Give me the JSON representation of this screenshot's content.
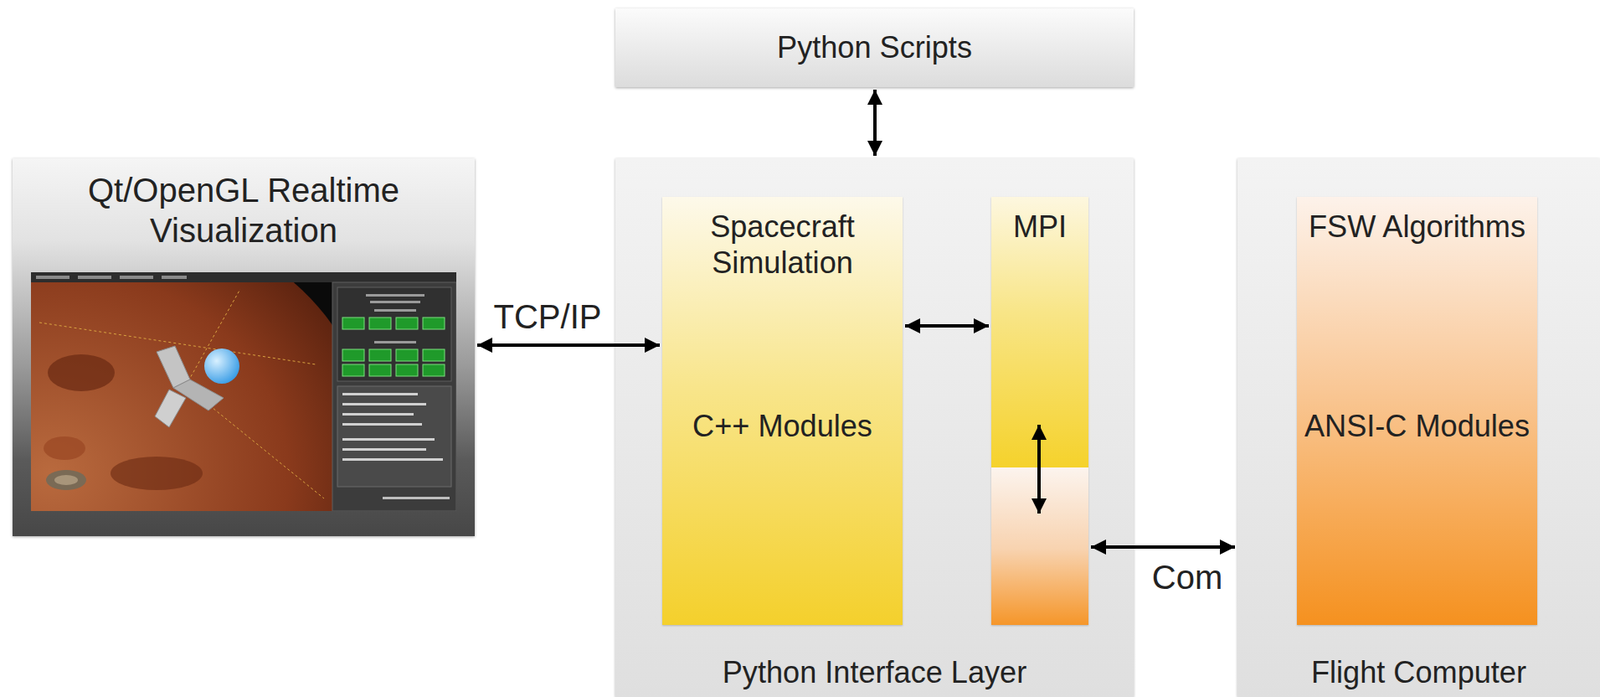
{
  "diagram": {
    "nodes": [
      {
        "text": [
          "Python Scripts"
        ]
      },
      {
        "text": [
          "Qt/OpenGL Realtime Visualization"
        ]
      },
      {
        "text": [
          "Python Interface Layer"
        ]
      },
      {
        "text": [
          "Spacecraft Simulation",
          "C++ Modules"
        ],
        "in": 2
      },
      {
        "text": [
          "MPI"
        ],
        "in": 2
      },
      {
        "text": [
          "Flight Computer"
        ]
      },
      {
        "text": [
          "FSW Algorithms",
          "ANSI-C Modules"
        ],
        "in": 5
      }
    ],
    "edges": [
      {
        "from": 0,
        "to": 2,
        "arrow": "both"
      },
      {
        "from": 1,
        "to": 3,
        "label": "TCP/IP",
        "arrow": "both"
      },
      {
        "from": 3,
        "to": 4,
        "arrow": "both"
      },
      {
        "from": 4,
        "to": 5,
        "label": "Com",
        "arrow": "both"
      }
    ]
  }
}
